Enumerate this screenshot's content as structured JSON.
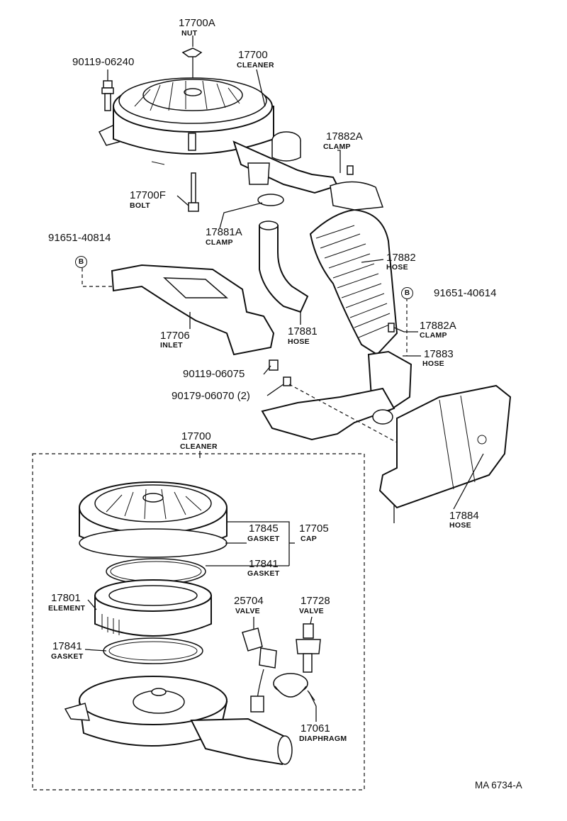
{
  "parts": [
    {
      "id": "nut-17700a",
      "number": "17700A",
      "name": "NUT"
    },
    {
      "id": "bolt-90119-06240",
      "number": "90119-06240",
      "name": ""
    },
    {
      "id": "cleaner-17700-top",
      "number": "17700",
      "name": "CLEANER"
    },
    {
      "id": "clamp-17882a-top",
      "number": "17882A",
      "name": "CLAMP"
    },
    {
      "id": "bolt-17700f",
      "number": "17700F",
      "name": "BOLT"
    },
    {
      "id": "clamp-17881a",
      "number": "17881A",
      "name": "CLAMP"
    },
    {
      "id": "clip-91651-40814",
      "number": "91651-40814",
      "name": ""
    },
    {
      "id": "hose-17882",
      "number": "17882",
      "name": "HOSE"
    },
    {
      "id": "clip-91651-40614",
      "number": "91651-40614",
      "name": ""
    },
    {
      "id": "inlet-17706",
      "number": "17706",
      "name": "INLET"
    },
    {
      "id": "hose-17881",
      "number": "17881",
      "name": "HOSE"
    },
    {
      "id": "clamp-17882a-lower",
      "number": "17882A",
      "name": "CLAMP"
    },
    {
      "id": "hose-17883",
      "number": "17883",
      "name": "HOSE"
    },
    {
      "id": "bolt-90119-06075",
      "number": "90119-06075",
      "name": ""
    },
    {
      "id": "screw-90179-06070",
      "number": "90179-06070 (2)",
      "name": ""
    },
    {
      "id": "cleaner-17700-box",
      "number": "17700",
      "name": "CLEANER"
    },
    {
      "id": "gasket-17845",
      "number": "17845",
      "name": "GASKET"
    },
    {
      "id": "cap-17705",
      "number": "17705",
      "name": "CAP"
    },
    {
      "id": "gasket-17841-upper",
      "number": "17841",
      "name": "GASKET"
    },
    {
      "id": "element-17801",
      "number": "17801",
      "name": "ELEMENT"
    },
    {
      "id": "valve-25704",
      "number": "25704",
      "name": "VALVE"
    },
    {
      "id": "valve-17728",
      "number": "17728",
      "name": "VALVE"
    },
    {
      "id": "gasket-17841-lower",
      "number": "17841",
      "name": "GASKET"
    },
    {
      "id": "diaphragm-17061",
      "number": "17061",
      "name": "DIAPHRAGM"
    },
    {
      "id": "hose-17884",
      "number": "17884",
      "name": "HOSE"
    }
  ],
  "marks": {
    "b_label": "B"
  },
  "reference": "MA 6734-A"
}
